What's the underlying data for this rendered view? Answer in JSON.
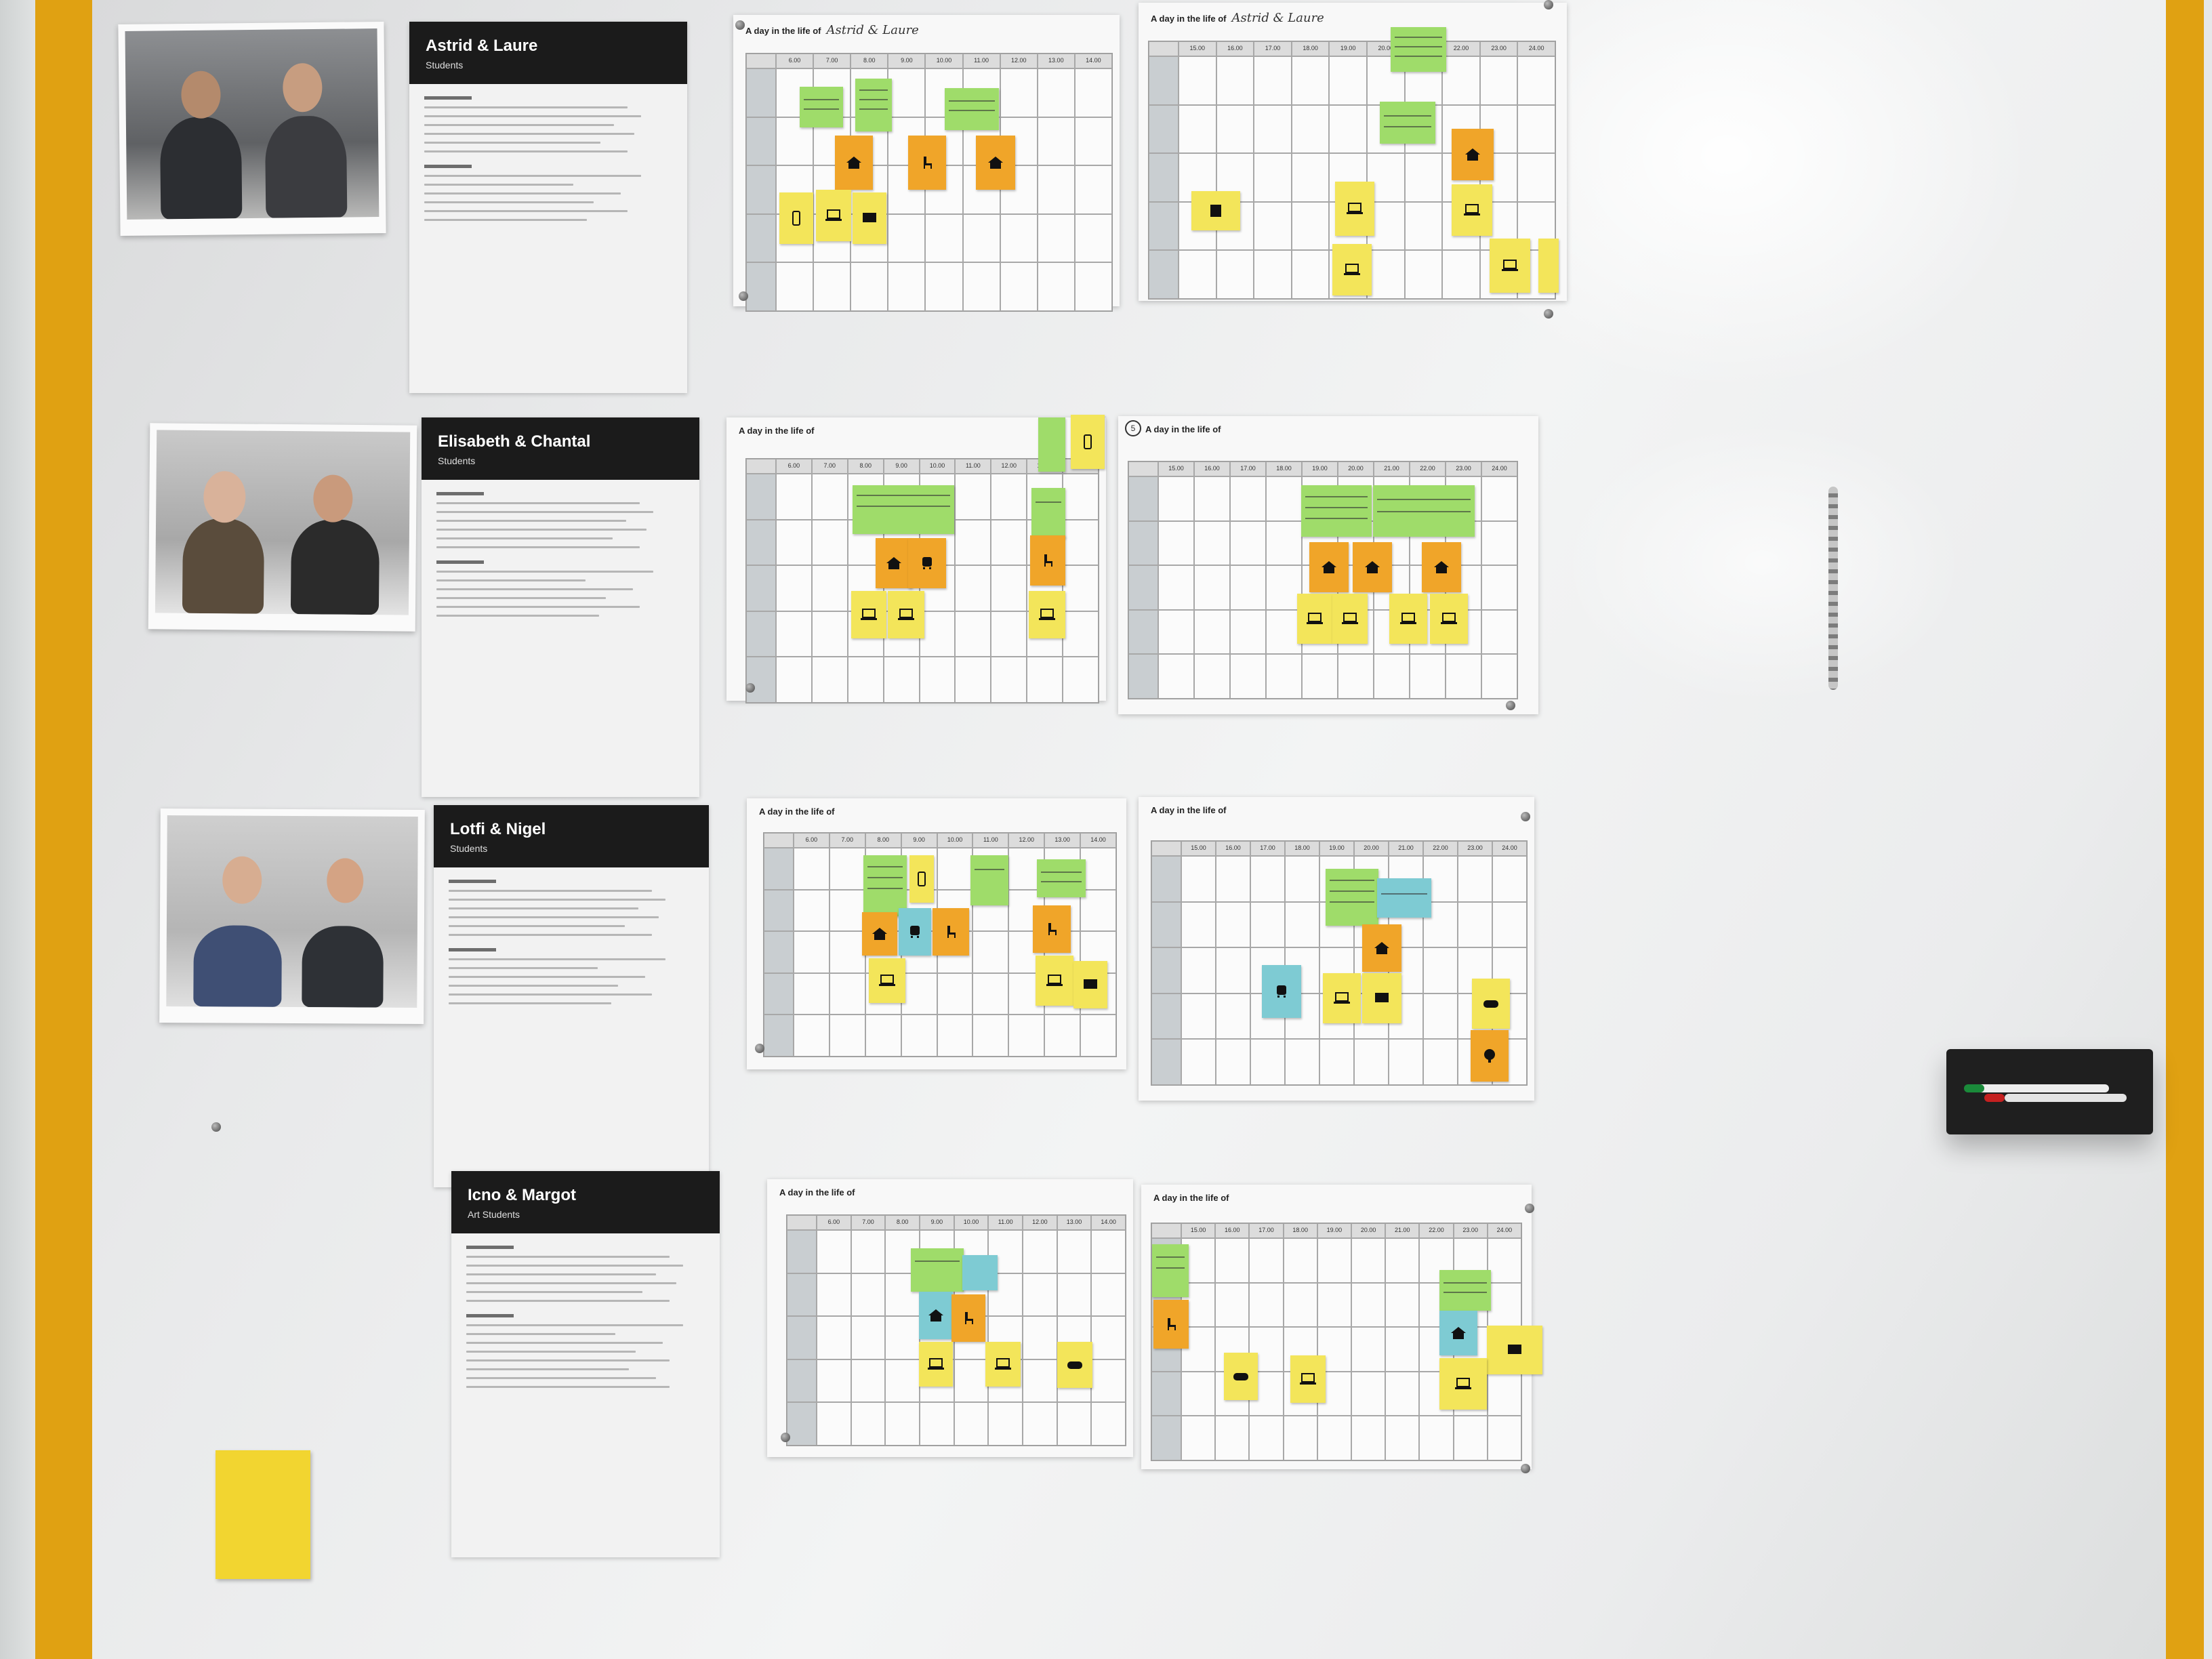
{
  "profiles": [
    {
      "name": "Astrid & Laure",
      "role": "Students"
    },
    {
      "name": "Elisabeth & Chantal",
      "role": "Students"
    },
    {
      "name": "Lotfi & Nigel",
      "role": "Students"
    },
    {
      "name": "Icno & Margot",
      "role": "Art Students"
    }
  ],
  "sheet_title": "A day in the life of",
  "handwriting": {
    "astrid": "Astrid & Laure",
    "astrid_b": "Astrid & Laure"
  },
  "morning_hours": [
    "6.00",
    "7.00",
    "8.00",
    "9.00",
    "10.00",
    "11.00",
    "12.00",
    "13.00",
    "14.00"
  ],
  "evening_hours": [
    "15.00",
    "16.00",
    "17.00",
    "18.00",
    "19.00",
    "20.00",
    "21.00",
    "22.00",
    "23.00",
    "24.00"
  ],
  "sheet_number": "5",
  "colors": {
    "yellow": "#f3e55a",
    "orange": "#f0a529",
    "green": "#9fdc6a",
    "blue": "#7ecbd3",
    "frame": "#e0a112"
  }
}
